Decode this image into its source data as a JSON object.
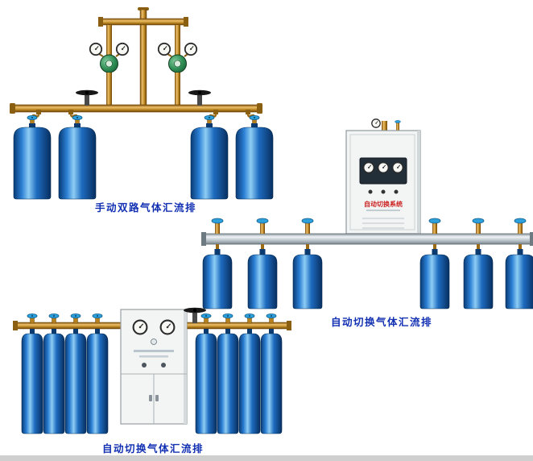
{
  "page": {
    "background": "#ffffff",
    "footer_strip_color": "#cfcfcf"
  },
  "products": [
    {
      "id": "manual-dual-manifold",
      "caption": "手动双路气体汇流排",
      "cylinder_count": 4
    },
    {
      "id": "auto-switch-manifold-wall-cabinet",
      "caption": "自动切换气体汇流排",
      "cylinder_count": 6,
      "cabinet_label": "自动切换系统"
    },
    {
      "id": "auto-switch-manifold-floor-cabinet",
      "caption": "自动切换气体汇流排",
      "cylinder_count": 8
    }
  ],
  "colors": {
    "caption_text": "#1230b2",
    "cylinder_blue": "#1e6cc0",
    "cylinder_highlight": "#8ecdf4",
    "brass_pipe": "#c08a2e",
    "rail_silver": "#c9d2d8",
    "regulator_green": "#2f8f55",
    "cabinet_white": "#f2f5f4",
    "cabinet_label_red": "#cc2222",
    "valve_handle_blue": "#2da0dc",
    "black_handwheel": "#181818"
  }
}
